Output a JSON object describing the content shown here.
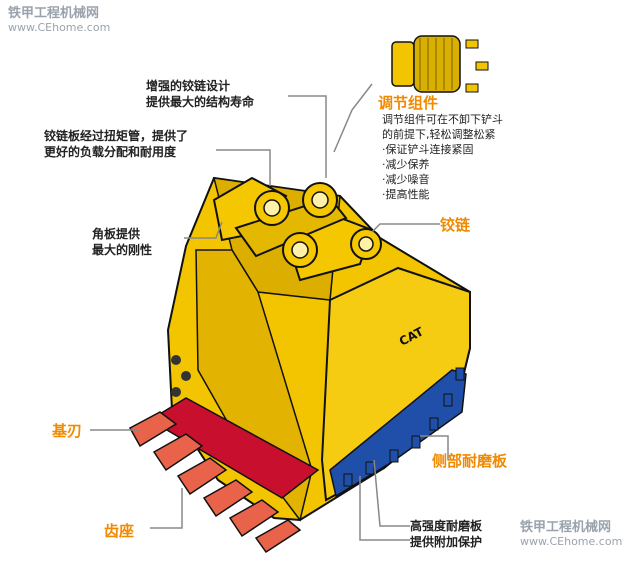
{
  "watermark": {
    "title": "铁甲工程机械网",
    "url": "www.CEhome.com"
  },
  "labels": {
    "reinforced_hinge": [
      "增强的铰链设计",
      "提供最大的结构寿命"
    ],
    "hinge_plate": [
      "铰链板经过扭矩管，提供了",
      "更好的负载分配和耐用度"
    ],
    "gusset": [
      "角板提供",
      "最大的刚性"
    ],
    "adjust_title": "调节组件",
    "adjust_desc": [
      "调节组件可在不卸下铲斗",
      "的前提下,轻松调整松紧",
      "·保证铲斗连接紧固",
      "·减少保养",
      "·减少噪音",
      "·提高性能"
    ],
    "hinge": "铰链",
    "base_edge": "基刃",
    "tooth_adapter": "齿座",
    "side_wear": "侧部耐磨板",
    "hs_wear": [
      "高强度耐磨板",
      "提供附加保护"
    ]
  },
  "brand": "CAT",
  "colors": {
    "bucket": "#f2c500",
    "base_edge": "#c8102e",
    "side_wear": "#1f4fa8",
    "teeth": "#e8634a",
    "callout": "#f08a00"
  }
}
